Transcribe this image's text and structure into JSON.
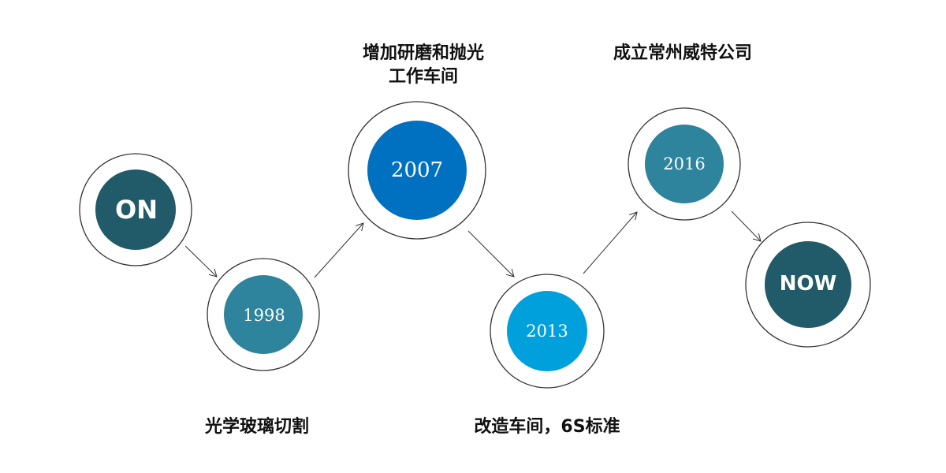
{
  "nodes": [
    {
      "label": "ON",
      "color": "#215a68"
    },
    {
      "label": "1998",
      "color": "#2e849c",
      "caption": "光学玻璃切割"
    },
    {
      "label": "2007",
      "color": "#0070c0",
      "caption_lines": [
        "增加研磨和抛光",
        "工作车间"
      ]
    },
    {
      "label": "2013",
      "color": "#00a0dc",
      "caption": "改造车间，6S标准"
    },
    {
      "label": "2016",
      "color": "#2e849c",
      "caption": "成立常州威特公司"
    },
    {
      "label": "NOW",
      "color": "#215a68"
    }
  ]
}
